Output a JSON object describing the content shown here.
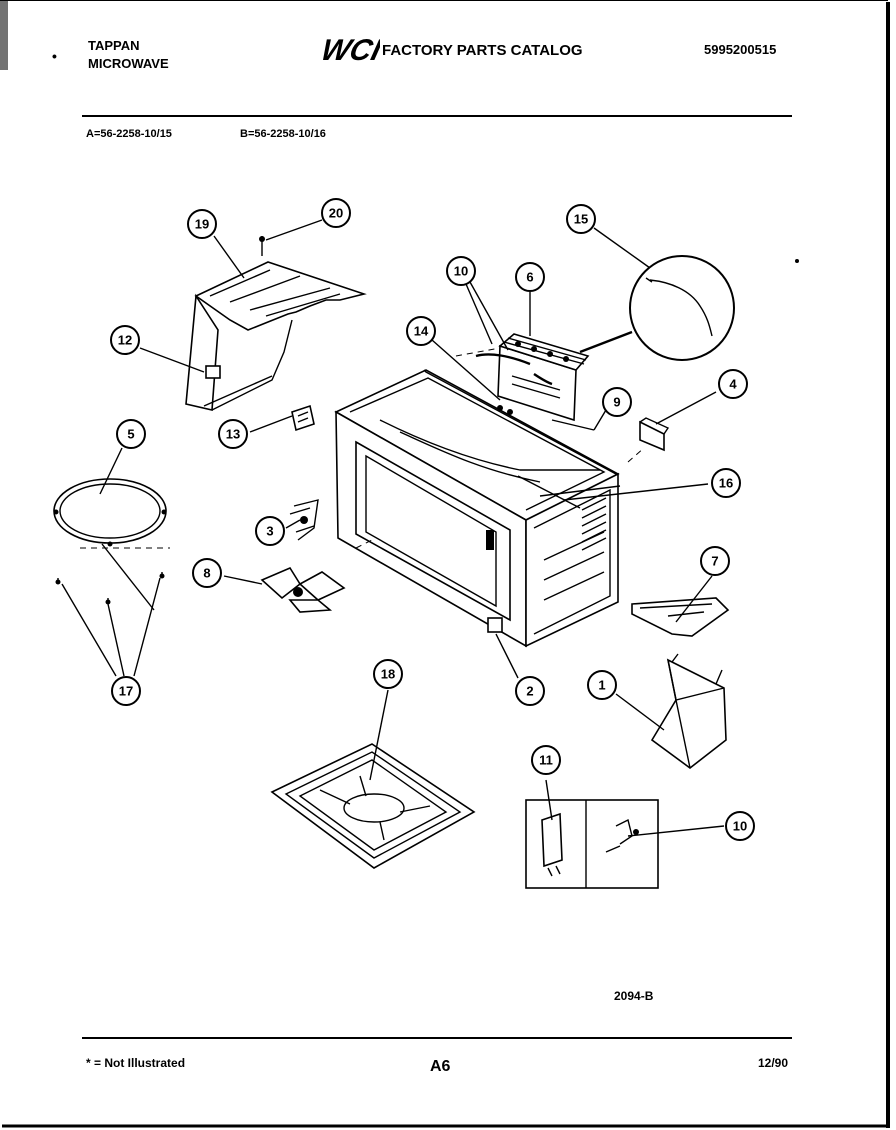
{
  "header": {
    "brand_line1": "TAPPAN",
    "brand_line2": "MICROWAVE",
    "logo_text": "WCI",
    "catalog_title": "FACTORY PARTS CATALOG",
    "catalog_number": "5995200515"
  },
  "models": {
    "model_a": "A=56-2258-10/15",
    "model_b": "B=56-2258-10/16"
  },
  "callouts": [
    "19",
    "20",
    "15",
    "10",
    "6",
    "14",
    "12",
    "13",
    "9",
    "4",
    "5",
    "16",
    "3",
    "8",
    "7",
    "17",
    "18",
    "2",
    "1",
    "11",
    "10"
  ],
  "figure_code": "2094-B",
  "footer": {
    "note": "* = Not Illustrated",
    "page": "A6",
    "date": "12/90"
  }
}
